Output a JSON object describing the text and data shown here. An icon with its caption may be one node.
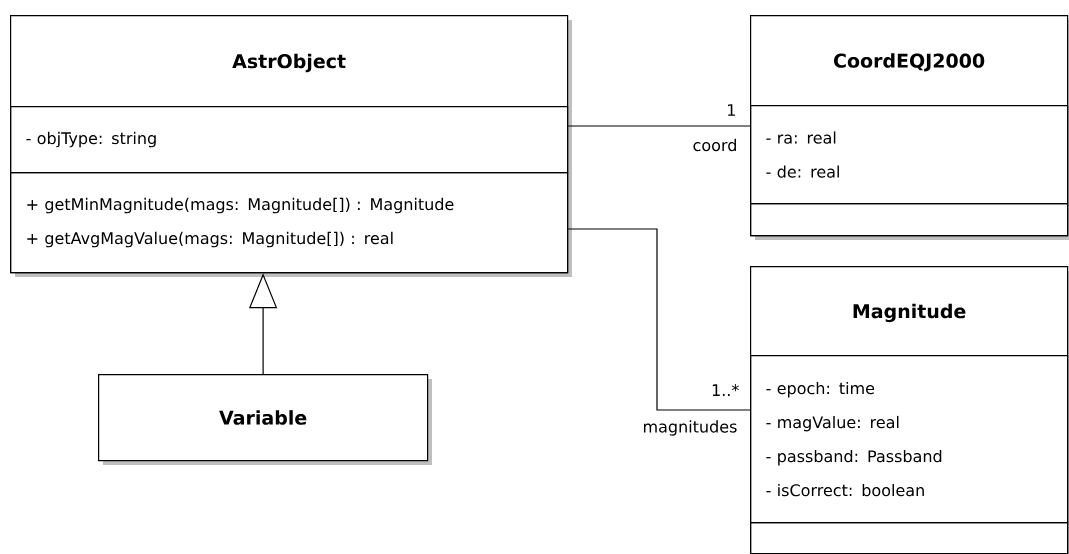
{
  "diagram": {
    "nodes": [
      {
        "text": [
          "AstrObject"
        ]
      },
      {
        "text": [
          "- objType: string"
        ],
        "in": 0
      },
      {
        "text": [
          "+ getMinMagnitude(mags: Magnitude[]) : Magnitude",
          "+ getAvgMagValue(mags: Magnitude[]) : real"
        ],
        "in": 0
      },
      {
        "text": [
          "CoordEQJ2000"
        ]
      },
      {
        "text": [
          "- ra: real",
          "- de: real"
        ],
        "in": 3
      },
      {
        "text": [],
        "shape": "box",
        "in": 3
      },
      {
        "text": [
          "Variable"
        ]
      },
      {
        "text": [
          "Magnitude"
        ]
      },
      {
        "text": [
          "- epoch: time",
          "- magValue: real",
          "- passband: Passband",
          "- isCorrect: boolean"
        ],
        "in": 7
      },
      {
        "text": [],
        "shape": "box",
        "in": 7
      }
    ],
    "edges": [
      {
        "from": 0,
        "to": 3,
        "arrow": "none"
      },
      {
        "from": 0,
        "to": 7,
        "arrow": "none"
      },
      {
        "from": 6,
        "to": 0,
        "arrow": "to"
      }
    ],
    "labels": [
      "1",
      "coord",
      "1..*",
      "magnitudes"
    ]
  }
}
